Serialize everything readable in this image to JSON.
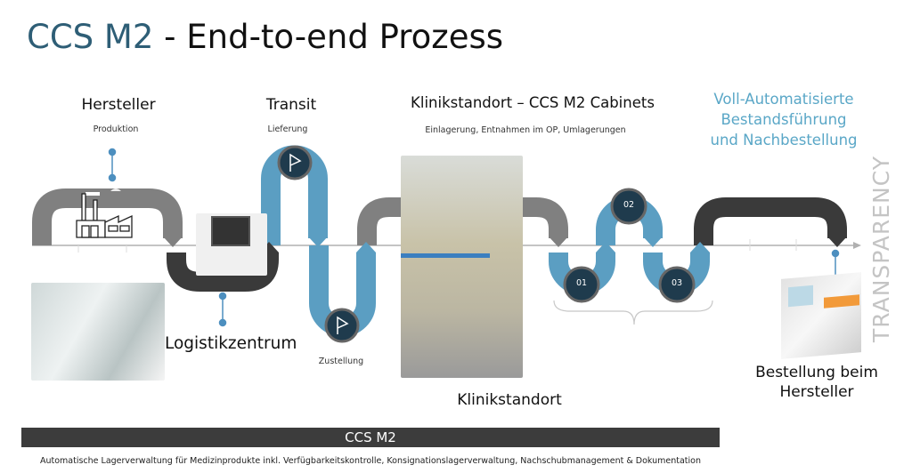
{
  "title": {
    "part1": "CCS M2",
    "part2": " - End-to-end Prozess"
  },
  "stages": {
    "hersteller": {
      "title": "Hersteller",
      "sub": "Produktion"
    },
    "transit": {
      "title": "Transit",
      "sub": "Lieferung"
    },
    "klinik": {
      "title": "Klinikstandort – CCS M2 Cabinets",
      "sub": "Einlagerung, Entnahmen im OP, Umlagerungen"
    },
    "voll": {
      "line1": "Voll-Automatisierte",
      "line2": "Bestandsführung",
      "line3": "und Nachbestellung"
    },
    "logistik": {
      "title": "Logistikzentrum"
    },
    "zustellung": {
      "sub": "Zustellung"
    },
    "klinikstandort": {
      "title": "Klinikstandort"
    },
    "bestellung": {
      "line1": "Bestellung beim",
      "line2": "Hersteller"
    }
  },
  "steps": [
    "01",
    "02",
    "03"
  ],
  "side_label": "TRANSPARENCY",
  "footer": {
    "bar": "CCS M2",
    "caption": "Automatische  Lagerverwaltung für Medizinprodukte inkl. Verfügbarkeitskontrolle, Konsignationslagerverwaltung, Nachschubmanagement  & Dokumentation"
  },
  "colors": {
    "accent": "#2e5e76",
    "blue": "#5b9ec2",
    "gray": "#808080",
    "dark": "#3a3a3a",
    "light_blue_text": "#5aa7c7"
  }
}
